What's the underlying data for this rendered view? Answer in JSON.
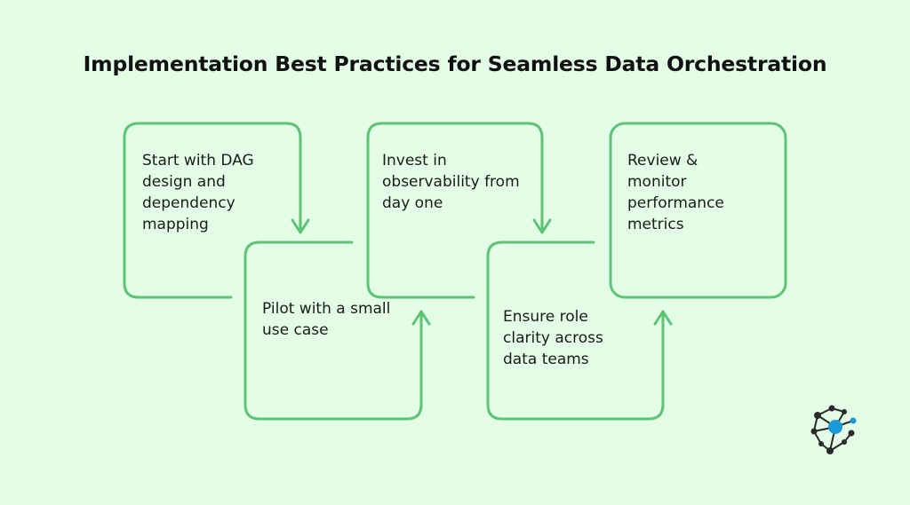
{
  "title": "Implementation Best Practices for Seamless Data Orchestration",
  "accent_color": "#5cc474",
  "background_color": "#e3fde6",
  "steps": [
    {
      "text": "Start with DAG design and dependency mapping",
      "arrow": "down"
    },
    {
      "text": "Pilot with a small use case",
      "arrow": "up"
    },
    {
      "text": "Invest in observability from day one",
      "arrow": "down"
    },
    {
      "text": "Ensure role clarity across data teams",
      "arrow": "up"
    },
    {
      "text": "Review & monitor performance metrics",
      "arrow": "none"
    }
  ],
  "logo": {
    "icon": "network-node-logo-icon",
    "colors": [
      "#2a2a2a",
      "#1a9ad6"
    ]
  }
}
